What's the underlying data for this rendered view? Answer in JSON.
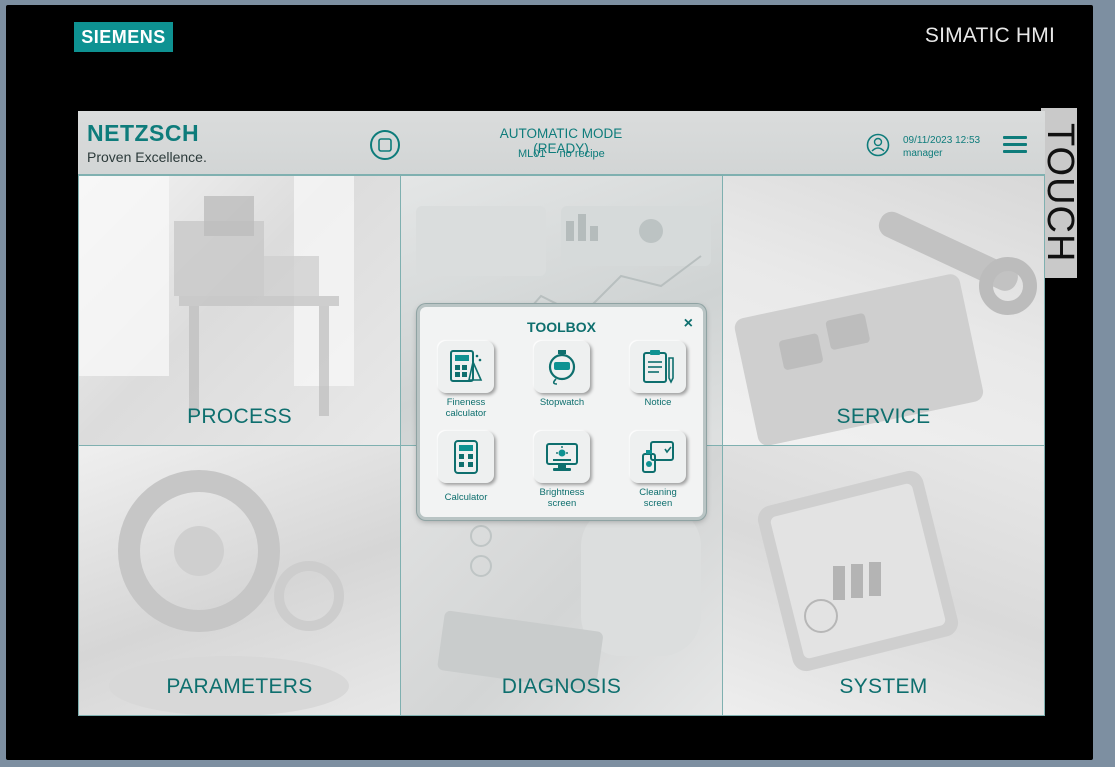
{
  "device": {
    "brand": "SIEMENS",
    "model": "SIMATIC HMI",
    "side_label": "TOUCH"
  },
  "header": {
    "logo_name": "NETZSCH",
    "logo_tagline": "Proven Excellence.",
    "mode": "AUTOMATIC MODE (READY)",
    "machine": "ML01",
    "recipe": "no recipe",
    "datetime": "09/11/2023 12:53",
    "user": "manager"
  },
  "tiles": [
    {
      "label": "PROCESS"
    },
    {
      "label": ""
    },
    {
      "label": "SERVICE"
    },
    {
      "label": "PARAMETERS"
    },
    {
      "label": "DIAGNOSIS"
    },
    {
      "label": "SYSTEM"
    }
  ],
  "toolbox": {
    "title": "TOOLBOX",
    "close": "×",
    "tools": [
      {
        "label": "Fineness\ncalculator",
        "icon": "fineness-calculator-icon"
      },
      {
        "label": "Stopwatch",
        "icon": "stopwatch-icon"
      },
      {
        "label": "Notice",
        "icon": "notice-icon"
      },
      {
        "label": "Calculator",
        "icon": "calculator-icon"
      },
      {
        "label": "Brightness\nscreen",
        "icon": "brightness-screen-icon"
      },
      {
        "label": "Cleaning\nscreen",
        "icon": "cleaning-screen-icon"
      }
    ]
  },
  "colors": {
    "accent": "#0e7c7b",
    "siemens_badge": "#0e9292",
    "bezel": "#000000",
    "frame": "#7d8fa1"
  }
}
